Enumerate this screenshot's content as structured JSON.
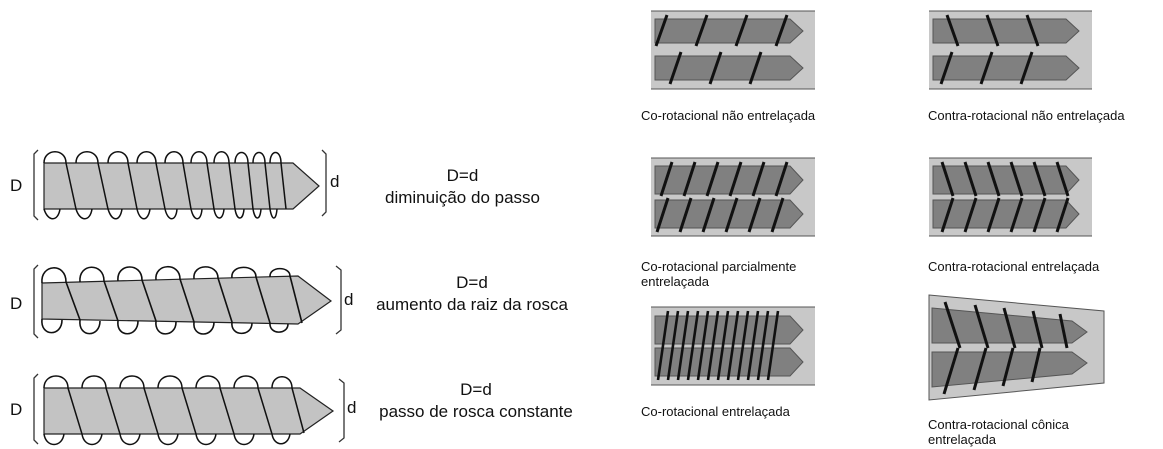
{
  "single_screws": [
    {
      "D_label": "D",
      "d_label": "d",
      "equation": "D=d",
      "description": "diminuição do passo"
    },
    {
      "D_label": "D",
      "d_label": "d",
      "equation": "D=d",
      "description": "aumento da raiz da rosca"
    },
    {
      "D_label": "D",
      "d_label": "d",
      "equation": "D=d",
      "description": "passo de rosca constante"
    }
  ],
  "twin_screws": [
    {
      "caption": "Co-rotacional não entrelaçada"
    },
    {
      "caption": "Contra-rotacional não entrelaçada"
    },
    {
      "caption": "Co-rotacional parcialmente entrelaçada"
    },
    {
      "caption": "Contra-rotacional entrelaçada"
    },
    {
      "caption": "Co-rotacional entrelaçada"
    },
    {
      "caption": "Contra-rotacional cônica entrelaçada"
    }
  ],
  "colors": {
    "barrel": "#c8c8c8",
    "screw_dark": "#808080",
    "screw_light": "#c3c3c3",
    "flight": "#111111"
  }
}
